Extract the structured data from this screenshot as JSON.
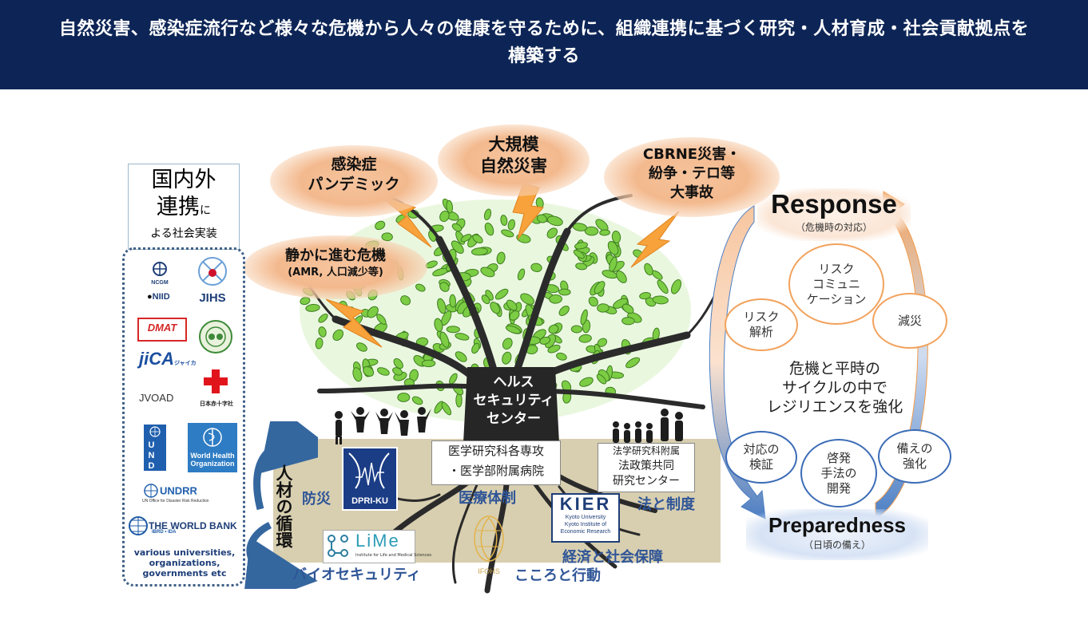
{
  "banner": {
    "line1": "自然災害、感染症流行など様々な危機から人々の健康を守るために、組織連携に基づく研究・人材育成・社会貢献拠点を",
    "line2": "構築する"
  },
  "crises": {
    "infection_line1": "感染症",
    "infection_line2": "パンデミック",
    "disaster_line1": "大規模",
    "disaster_line2": "自然災害",
    "cbrne_line1": "CBRNE災害・",
    "cbrne_line2": "紛争・テロ等",
    "cbrne_line3": "大事故",
    "silent_line1": "静かに進む危機",
    "silent_line2": "(AMR, 人口減少等)"
  },
  "partners": {
    "title_line1": "国内外",
    "title_line2": "連携",
    "title_small": "に",
    "title_line3": "よる社会実装",
    "logos": {
      "ncgm": "NCGM",
      "niid": "NIID",
      "jihs": "JIHS",
      "dmat": "DMAT",
      "jica": "jiCA",
      "jica_sub": "ジャイカ",
      "jvoad": "JVOAD",
      "redcross": "日本赤十字社",
      "undp": "UNDP",
      "who_line1": "World Health",
      "who_line2": "Organization",
      "undrr": "UNDRR",
      "undrr_sub": "UN Office for Disaster Risk Reduction",
      "worldbank": "THE WORLD BANK",
      "worldbank_sub": "IBRD • IDA"
    },
    "others_line1": "various universities,",
    "others_line2": "organizations,",
    "others_line3": "governments etc"
  },
  "center": {
    "line1": "ヘルス",
    "line2": "セキュリティ",
    "line3": "センター"
  },
  "cycle_text": {
    "line1": "人材",
    "line2": "の循",
    "line3": "環"
  },
  "fields": {
    "disaster": "防災",
    "dpri": "DPRI-KU",
    "medical_box_line1": "医学研究科各専攻",
    "medical_box_line2": "・医学部附属病院",
    "medical": "医療体制",
    "law_box_line1": "法学研究科附属",
    "law_box_line2": "法政策共同",
    "law_box_line3": "研究センター",
    "law": "法と制度",
    "kier": "KIER",
    "kier_sub1": "Kyoto University",
    "kier_sub2": "Kyoto Institute of",
    "kier_sub3": "Economic Research",
    "economy": "経済と社会保障",
    "lime": "LiMe",
    "lime_sub": "Institute for Life and Medical Sciences",
    "biosecurity": "バイオセキュリティ",
    "ifohs": "IFOHS",
    "mind": "こころと行動"
  },
  "resilience": {
    "response": "Response",
    "response_sub": "（危機時の対応）",
    "risk_comm_line1": "リスク",
    "risk_comm_line2": "コミュニ",
    "risk_comm_line3": "ケーション",
    "risk_analysis_line1": "リスク",
    "risk_analysis_line2": "解析",
    "mitigation": "減災",
    "center_line1": "危機と平時の",
    "center_line2": "サイクルの中で",
    "center_line3": "レジリエンスを強化",
    "verify_line1": "対応の",
    "verify_line2": "検証",
    "edu_line1": "啓発",
    "edu_line2": "手法の",
    "edu_line3": "開発",
    "prep_line1": "備えの",
    "prep_line2": "強化",
    "preparedness": "Preparedness",
    "preparedness_sub": "（日頃の備え）"
  },
  "colors": {
    "banner": "#0d2556",
    "orange": "#f29b4b",
    "blue": "#3b6cb6",
    "leaf": "#7ccd44",
    "label_blue": "#2f5597"
  }
}
